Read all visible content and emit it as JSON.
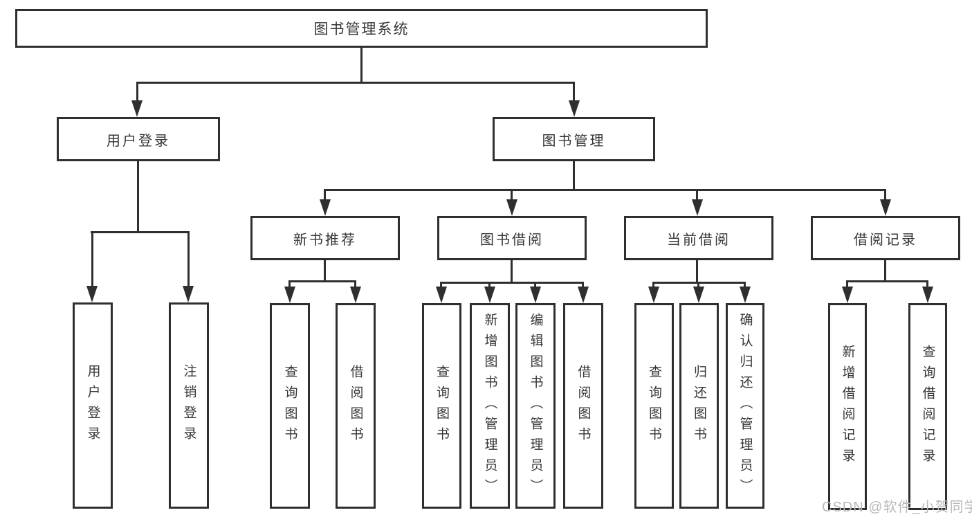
{
  "diagram": {
    "type": "hierarchy-tree",
    "nodes": {
      "root": "图书管理系统",
      "user_login": "用户登录",
      "book_mgmt": "图书管理",
      "new_books": "新书推荐",
      "book_borrow": "图书借阅",
      "current_borrow": "当前借阅",
      "borrow_records": "借阅记录",
      "leaf_user_login": "用户登录",
      "leaf_logout": "注销登录",
      "leaf_nb_query": "查询图书",
      "leaf_nb_borrow": "借阅图书",
      "leaf_bb_query": "查询图书",
      "leaf_bb_add": "新增图书（管理员）",
      "leaf_bb_edit": "编辑图书（管理员）",
      "leaf_bb_borrow": "借阅图书",
      "leaf_cb_query": "查询图书",
      "leaf_cb_return": "归还图书",
      "leaf_cb_confirm": "确认归还（管理员）",
      "leaf_br_add": "新增借阅记录",
      "leaf_br_query": "查询借阅记录"
    },
    "colors": {
      "line": "#2f2f2f",
      "box_border": "#2f2f2f",
      "box_fill": "#ffffff",
      "text": "#363636",
      "watermark": "#b9b9b9",
      "background": "#ffffff"
    }
  },
  "watermark": "CSDN @软件_小贺同学"
}
